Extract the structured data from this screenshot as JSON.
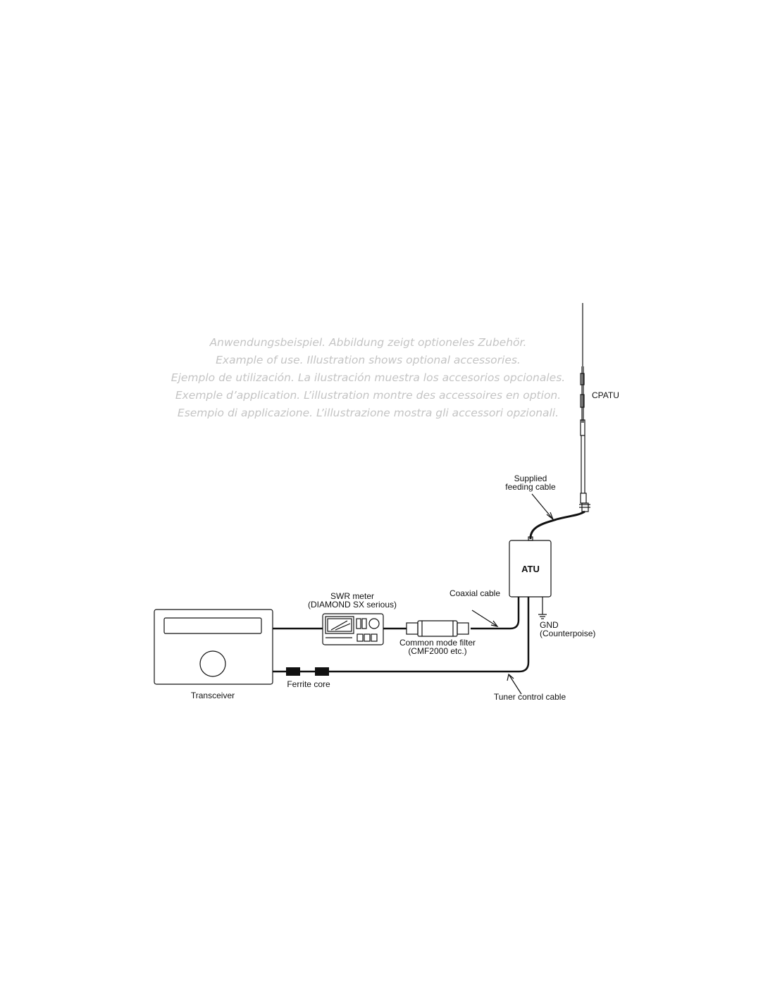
{
  "caption": {
    "line_de": "Anwendungsbeispiel. Abbildung zeigt optioneles Zubehör.",
    "line_en": "Example of use. Illustration shows optional accessories.",
    "line_es": "Ejemplo de utilización. La ilustración muestra los accesorios opcionales.",
    "line_fr": "Exemple d’application. L’illustration montre des accessoires en option.",
    "line_it": "Esempio di applicazione. L’illustrazione mostra gli accessori opzionali."
  },
  "labels": {
    "cpatu": "CPATU",
    "supplied_line1": "Supplied",
    "supplied_line2": "feeding cable",
    "atu": "ATU",
    "coaxial": "Coaxial cable",
    "swr_line1": "SWR meter",
    "swr_line2": "(DIAMOND SX serious)",
    "gnd_line1": "GND",
    "gnd_line2": "(Counterpoise)",
    "cmf_line1": "Common mode filter",
    "cmf_line2": "(CMF2000 etc.)",
    "ferrite": "Ferrite core",
    "transceiver": "Transceiver",
    "tuner_control": "Tuner control cable"
  },
  "colors": {
    "line": "#111111",
    "caption": "#c4c4c4",
    "background": "#ffffff"
  }
}
